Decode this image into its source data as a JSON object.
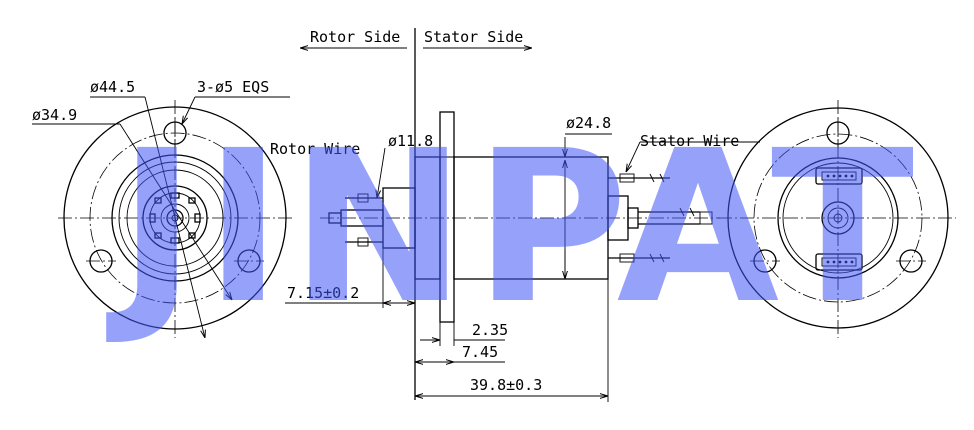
{
  "watermark": "JINPAT",
  "labels": {
    "rotor_side": "Rotor Side",
    "stator_side": "Stator Side",
    "dia_44_5": "ø44.5",
    "holes": "3-ø5 EQS",
    "dia_34_9": "ø34.9",
    "rotor_wire": "Rotor Wire",
    "dia_11_8": "ø11.8",
    "dia_24_8": "ø24.8",
    "stator_wire": "Stator Wire",
    "dim_7_15": "7.15±0.2",
    "dim_2_35": "2.35",
    "dim_7_45": "7.45",
    "dim_39_8": "39.8±0.3"
  }
}
